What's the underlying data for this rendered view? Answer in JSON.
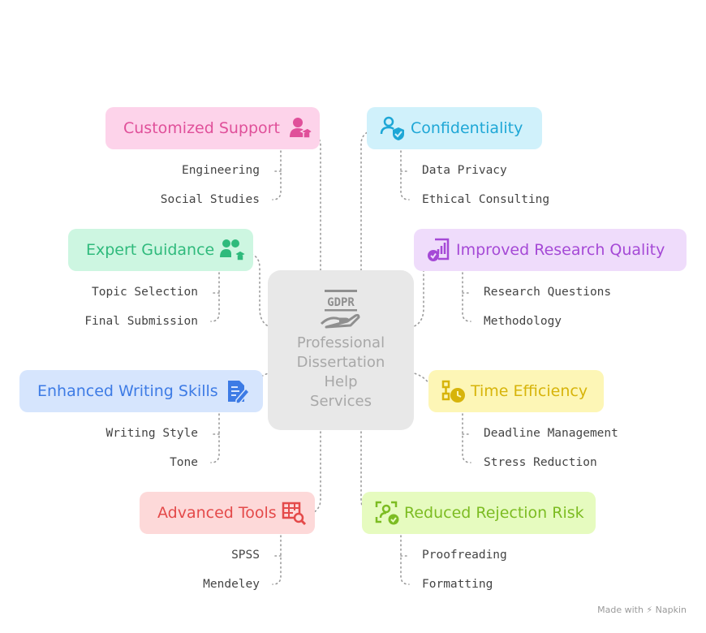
{
  "center": {
    "title": "Professional\nDissertation\nHelp\nServices",
    "logo_text": "GDPR",
    "icon": "gdpr-hand-icon"
  },
  "branches": [
    {
      "key": "customized",
      "label": "Customized Support",
      "color": "#e0509a",
      "bg": "#fdd3ea",
      "icon": "graduate-user-icon",
      "items": [
        "Engineering",
        "Social Studies"
      ]
    },
    {
      "key": "confidentiality",
      "label": "Confidentiality",
      "color": "#1ea7d6",
      "bg": "#d0f1fb",
      "icon": "user-shield-icon",
      "items": [
        "Data Privacy",
        "Ethical Consulting"
      ]
    },
    {
      "key": "expert",
      "label": "Expert Guidance",
      "color": "#2fba7c",
      "bg": "#cdf6e1",
      "icon": "mentor-group-icon",
      "items": [
        "Topic Selection",
        "Final Submission"
      ]
    },
    {
      "key": "research",
      "label": "Improved Research Quality",
      "color": "#a549d6",
      "bg": "#efdcfb",
      "icon": "report-check-icon",
      "items": [
        "Research Questions",
        "Methodology"
      ]
    },
    {
      "key": "writing",
      "label": "Enhanced Writing Skills",
      "color": "#3d7be5",
      "bg": "#d6e5fd",
      "icon": "document-edit-icon",
      "items": [
        "Writing Style",
        "Tone"
      ]
    },
    {
      "key": "time",
      "label": "Time Efficiency",
      "color": "#d7b40a",
      "bg": "#fdf6b6",
      "icon": "timeline-clock-icon",
      "items": [
        "Deadline Management",
        "Stress Reduction"
      ]
    },
    {
      "key": "tools",
      "label": "Advanced Tools",
      "color": "#e44a4a",
      "bg": "#fdd9d9",
      "icon": "table-search-icon",
      "items": [
        "SPSS",
        "Mendeley"
      ]
    },
    {
      "key": "rejection",
      "label": "Reduced Rejection Risk",
      "color": "#7cbc22",
      "bg": "#e6fbbf",
      "icon": "user-verified-icon",
      "items": [
        "Proofreading",
        "Formatting"
      ]
    }
  ],
  "credit": "Made with ⚡ Napkin"
}
